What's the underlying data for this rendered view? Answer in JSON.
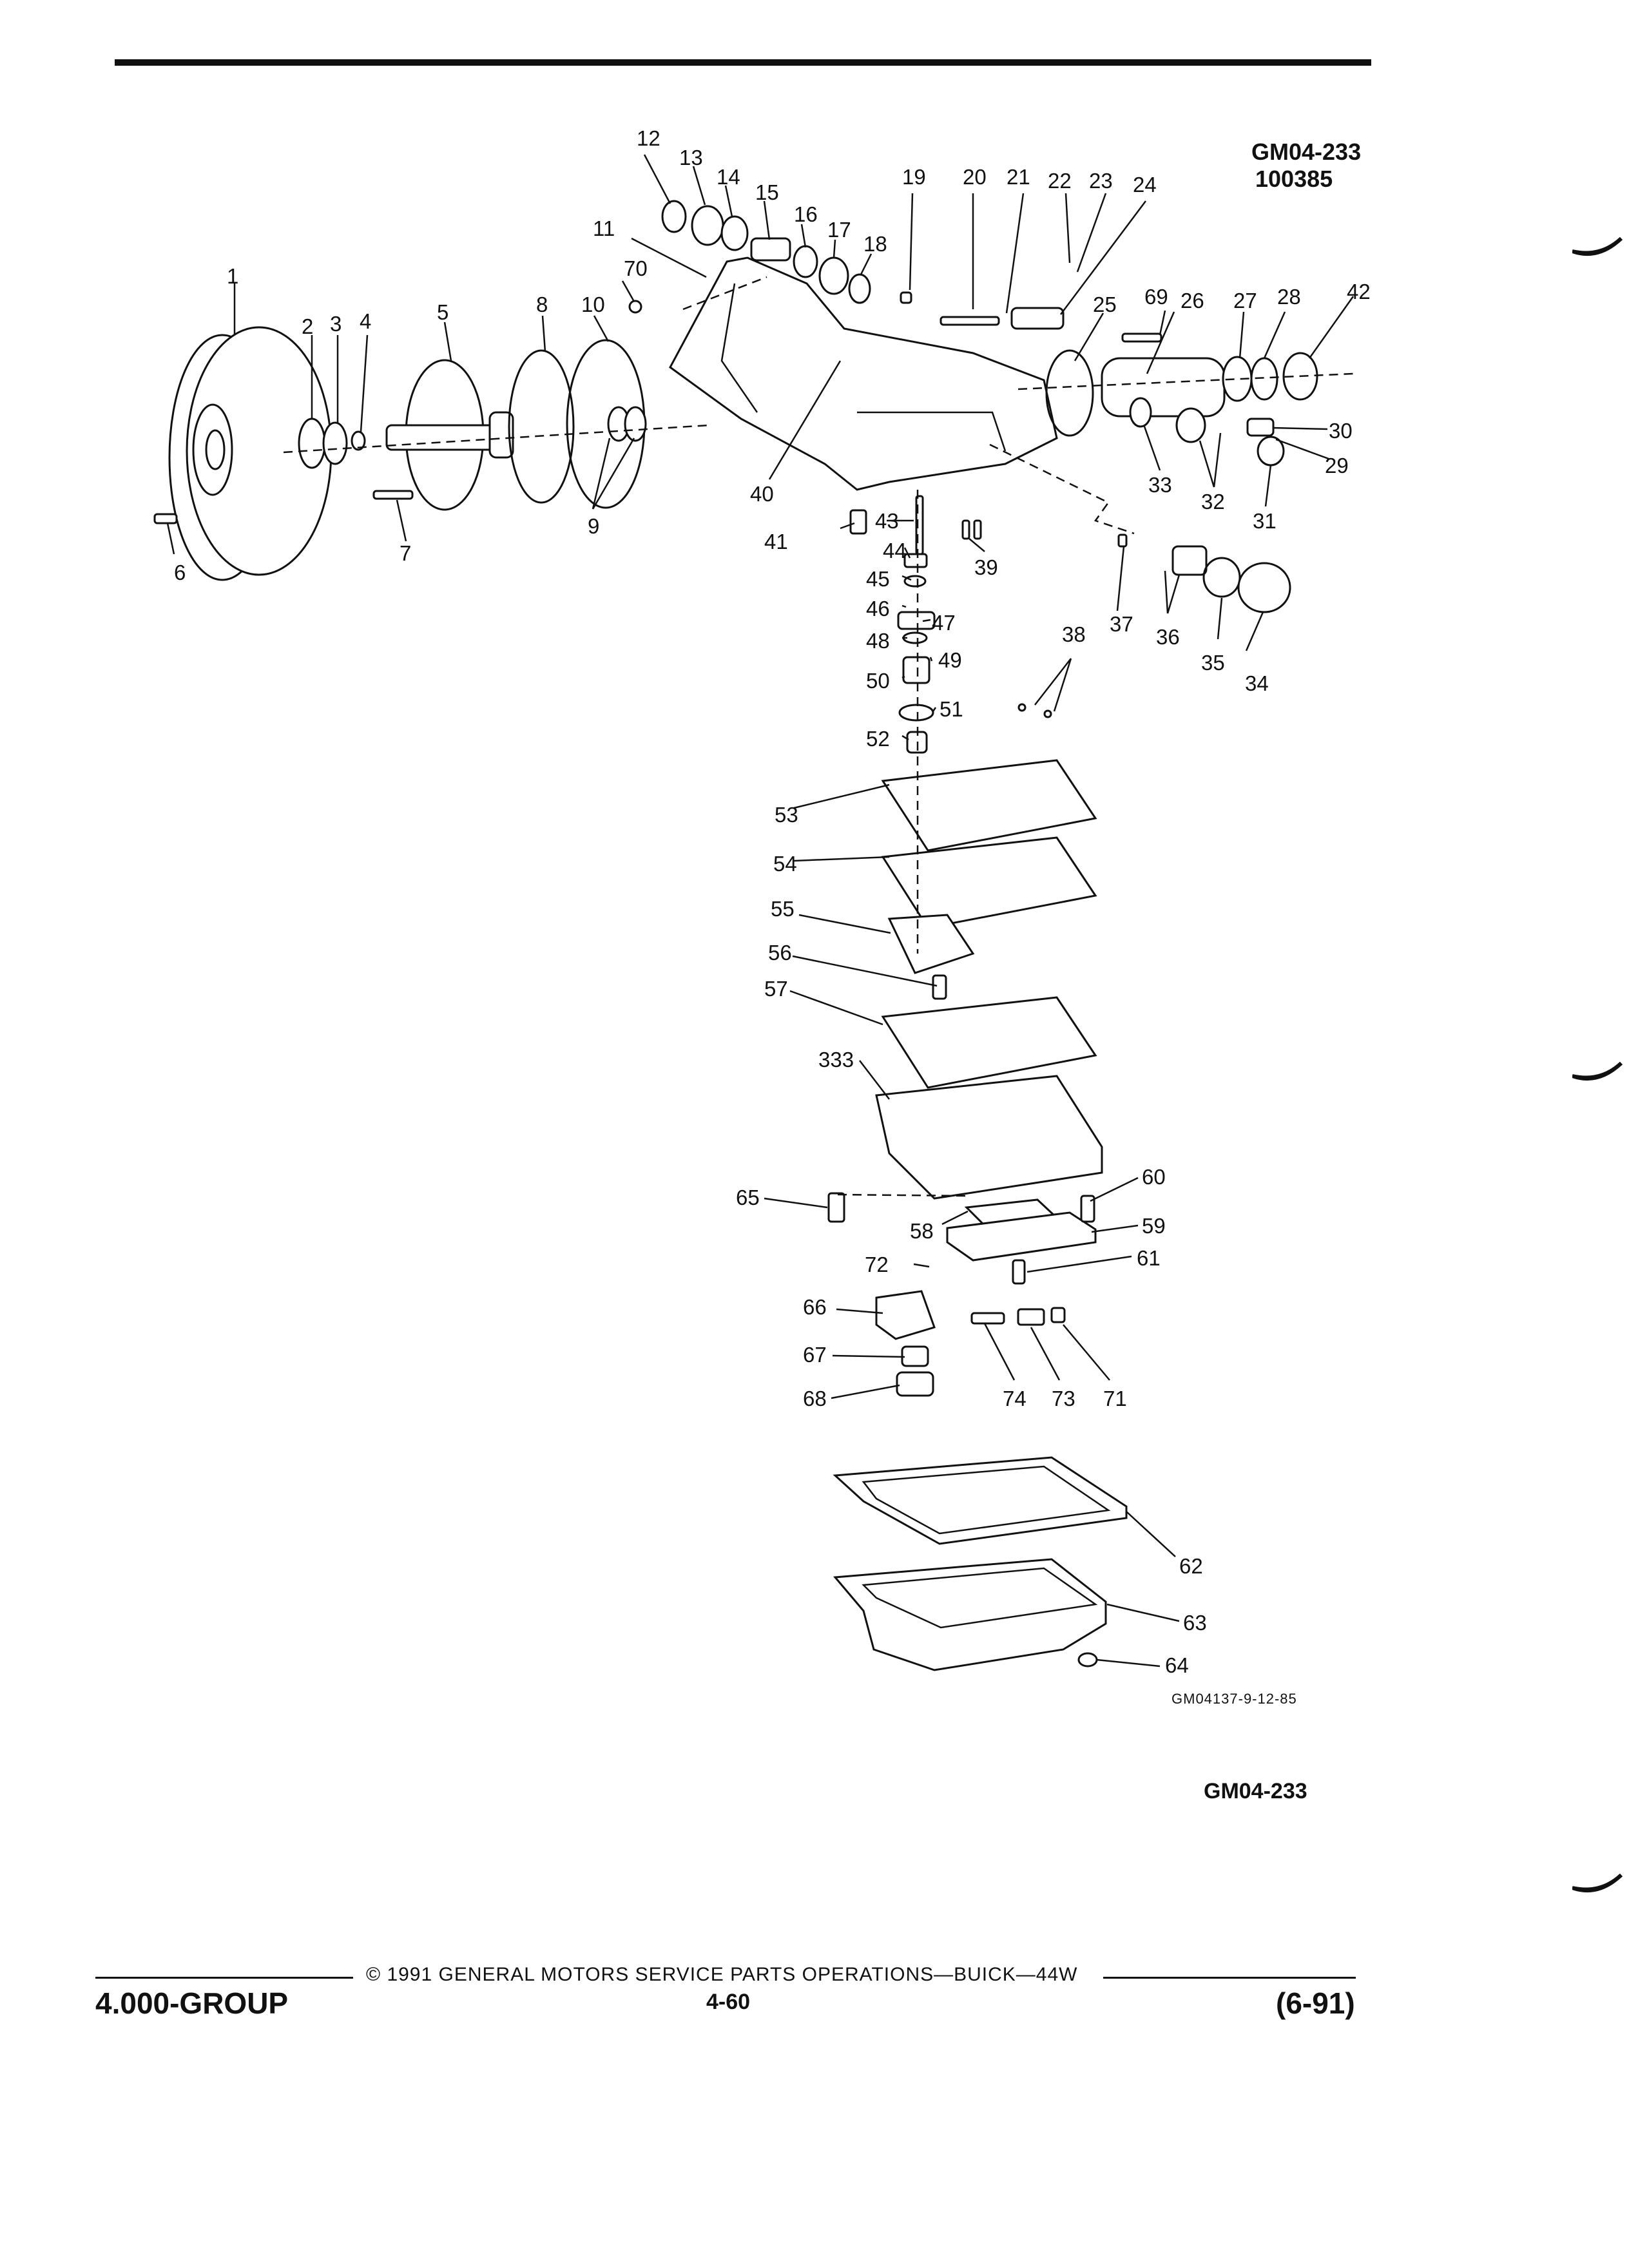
{
  "header": {
    "figure_code": "GM04-233",
    "figure_number": "100385"
  },
  "diagram": {
    "part_numbers": [
      "1",
      "2",
      "3",
      "4",
      "5",
      "6",
      "7",
      "8",
      "9",
      "10",
      "11",
      "12",
      "13",
      "14",
      "15",
      "16",
      "17",
      "18",
      "19",
      "20",
      "21",
      "22",
      "23",
      "24",
      "25",
      "26",
      "27",
      "28",
      "29",
      "30",
      "31",
      "32",
      "33",
      "34",
      "35",
      "36",
      "37",
      "38",
      "39",
      "40",
      "41",
      "42",
      "43",
      "44",
      "45",
      "46",
      "47",
      "48",
      "49",
      "50",
      "51",
      "52",
      "53",
      "54",
      "55",
      "56",
      "57",
      "58",
      "59",
      "60",
      "61",
      "62",
      "63",
      "64",
      "65",
      "66",
      "67",
      "68",
      "69",
      "70",
      "71",
      "72",
      "73",
      "74",
      "333"
    ],
    "image_code": "GM04137-9-12-85",
    "figure_code_bottom": "GM04-233"
  },
  "footer": {
    "group": "4.000-GROUP",
    "copyright": "© 1991 GENERAL MOTORS SERVICE PARTS OPERATIONS—BUICK—44W",
    "page": "4-60",
    "revision": "(6-91)"
  }
}
